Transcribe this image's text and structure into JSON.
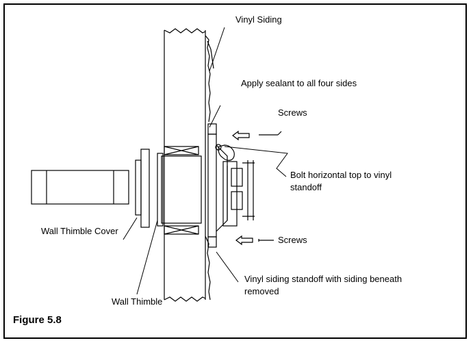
{
  "figure": {
    "caption": "Figure 5.8",
    "labels": {
      "vinyl_siding": "Vinyl Siding",
      "apply_sealant": "Apply sealant to all four sides",
      "screws_top": "Screws",
      "bolt_line1": "Bolt horizontal top to vinyl",
      "bolt_line2": "standoff",
      "screws_bottom": "Screws",
      "wall_thimble_cover": "Wall Thimble Cover",
      "wall_thimble": "Wall Thimble",
      "standoff_line1": "Vinyl siding standoff with siding beneath",
      "standoff_line2": "removed"
    }
  }
}
